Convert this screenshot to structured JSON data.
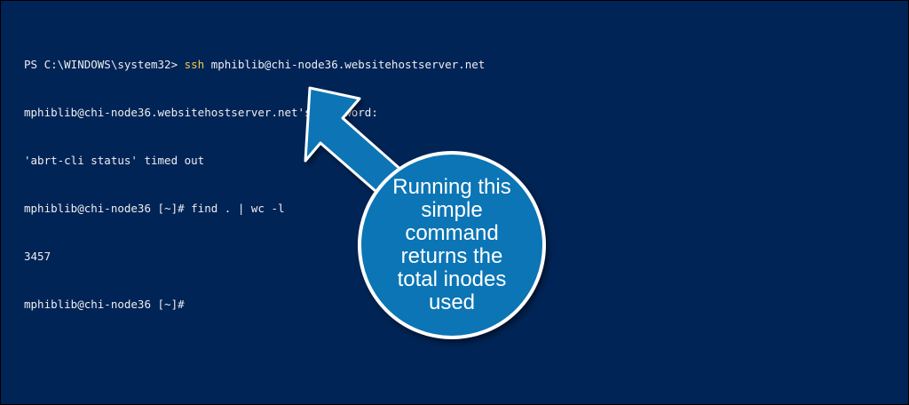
{
  "terminal": {
    "prompt_ps": "PS C:\\WINDOWS\\system32> ",
    "ssh_cmd": "ssh",
    "ssh_target": " mphiblib@chi-node36.websitehostserver.net",
    "password_prompt": "mphiblib@chi-node36.websitehostserver.net's password:",
    "status_line": "'abrt-cli status' timed out",
    "shell_prompt": "mphiblib@chi-node36 [~]# ",
    "find_command": "find . | wc -l",
    "output_count": "3457",
    "final_prompt": "mphiblib@chi-node36 [~]#"
  },
  "callout": {
    "text": "Running this simple command returns the total inodes used"
  },
  "colors": {
    "background": "#012456",
    "text": "#eeedf0",
    "command": "#f2c94c",
    "callout_fill": "#0b75b5",
    "arrow_fill": "#0b75b5"
  }
}
